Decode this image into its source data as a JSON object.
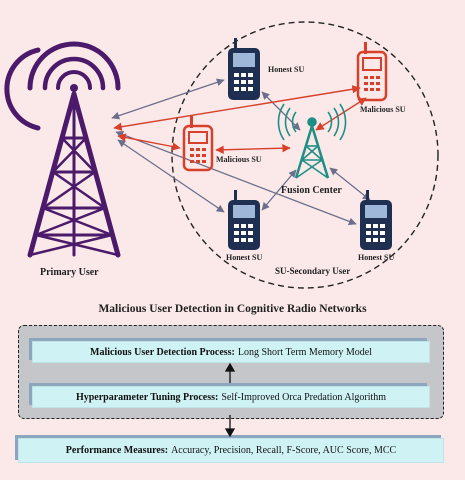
{
  "diagram": {
    "primary_user_label": "Primary User",
    "fusion_center_label": "Fusion Center",
    "su_secondary_user_label": "SU-Secondary User",
    "nodes": [
      {
        "id": "honest-su-1",
        "label": "Honest SU",
        "kind": "honest"
      },
      {
        "id": "malicious-su-1",
        "label": "Malicious SU",
        "kind": "malicious"
      },
      {
        "id": "malicious-su-2",
        "label": "Malicious SU",
        "kind": "malicious"
      },
      {
        "id": "honest-su-2",
        "label": "Honest SU",
        "kind": "honest"
      },
      {
        "id": "honest-su-3",
        "label": "Honest SU",
        "kind": "honest"
      }
    ],
    "title": "Malicious User Detection in Cognitive Radio Networks"
  },
  "pipeline": {
    "steps": [
      {
        "bold": "Malicious User Detection Process:",
        "text": "Long Short Term Memory Model"
      },
      {
        "bold": "Hyperparameter Tuning Process:",
        "text": "Self-Improved Orca Predation Algorithm"
      },
      {
        "bold": "Performance Measures:",
        "text": "Accuracy, Precision, Recall, F-Score, AUC Score, MCC"
      }
    ]
  },
  "colors": {
    "background": "#fbe9e9",
    "tower": "#4b1a6b",
    "honest_phone": "#1f2f52",
    "malicious_phone": "#d7412b",
    "fusion_center": "#1f8f86",
    "honest_link": "#6b6f8c",
    "malicious_link": "#d7412b",
    "step_fill": "#cff3f5"
  }
}
